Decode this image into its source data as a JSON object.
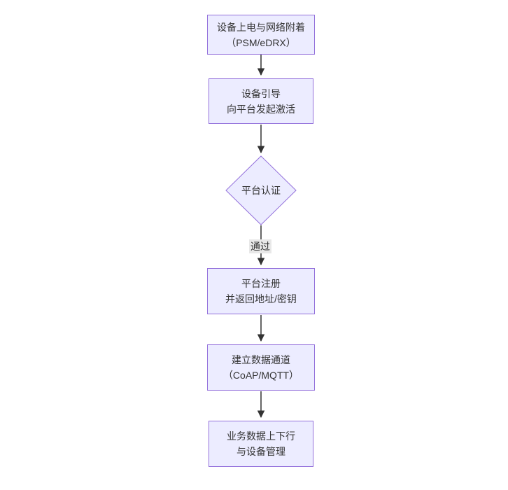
{
  "diagram": {
    "type": "flowchart",
    "direction": "top-down",
    "nodes": [
      {
        "id": "A",
        "shape": "rect",
        "lines": [
          "设备上电与网络附着",
          "（PSM/eDRX）"
        ]
      },
      {
        "id": "B",
        "shape": "rect",
        "lines": [
          "设备引导",
          "向平台发起激活"
        ]
      },
      {
        "id": "C",
        "shape": "diamond",
        "lines": [
          "平台认证"
        ]
      },
      {
        "id": "D",
        "shape": "rect",
        "lines": [
          "平台注册",
          "并返回地址/密钥"
        ]
      },
      {
        "id": "E",
        "shape": "rect",
        "lines": [
          "建立数据通道",
          "（CoAP/MQTT）"
        ]
      },
      {
        "id": "F",
        "shape": "rect",
        "lines": [
          "业务数据上下行",
          "与设备管理"
        ]
      }
    ],
    "edges": [
      {
        "from": "A",
        "to": "B",
        "label": ""
      },
      {
        "from": "B",
        "to": "C",
        "label": ""
      },
      {
        "from": "C",
        "to": "D",
        "label": "通过"
      },
      {
        "from": "D",
        "to": "E",
        "label": ""
      },
      {
        "from": "E",
        "to": "F",
        "label": ""
      }
    ],
    "colors": {
      "node_fill": "#ECECFF",
      "node_border": "#9370DB",
      "text": "#333333",
      "edge": "#333333",
      "edge_label_bg": "#e8e8e8",
      "canvas_bg": "#ffffff"
    }
  }
}
